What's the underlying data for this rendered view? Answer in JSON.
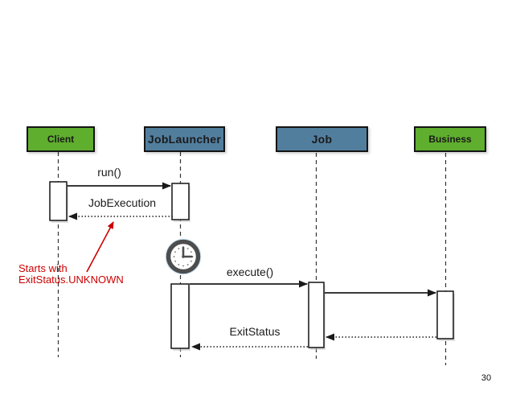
{
  "page": {
    "background": "#ffffff",
    "number": "30"
  },
  "diagram": {
    "type": "uml-sequence",
    "colors": {
      "participant_green": "#5FAE2E",
      "participant_blue": "#527E9E",
      "border": "#141414",
      "lifeline": "#333333",
      "message_line": "#3a3a3a",
      "annotation_red": "#CC0000",
      "clock_ring": "#4d4d4d",
      "clock_halo": "#d2e9f7"
    },
    "participants": [
      {
        "name": "client",
        "label": "Client",
        "fill": "#5FAE2E"
      },
      {
        "name": "joblauncher",
        "label": "JobLauncher",
        "fill": "#527E9E"
      },
      {
        "name": "job",
        "label": "Job",
        "fill": "#527E9E"
      },
      {
        "name": "business",
        "label": "Business",
        "fill": "#5FAE2E"
      }
    ],
    "messages": [
      {
        "from": "Client",
        "to": "JobLauncher",
        "label": "run()",
        "style": "solid-call"
      },
      {
        "from": "JobLauncher",
        "to": "Client",
        "label": "JobExecution",
        "style": "dotted-return"
      },
      {
        "from": "JobLauncher",
        "to": "Job",
        "label": "execute()",
        "style": "solid-call"
      },
      {
        "from": "Job",
        "to": "Business",
        "label": "",
        "style": "solid-call"
      },
      {
        "from": "Business",
        "to": "Job",
        "label": "",
        "style": "dotted-return"
      },
      {
        "from": "Job",
        "to": "JobLauncher",
        "label": "ExitStatus",
        "style": "dotted-return"
      }
    ],
    "annotation": {
      "line1": "Starts with",
      "line2": "ExitStatus.UNKNOWN",
      "color": "#CC0000"
    },
    "clock_icon": {
      "time_shown": "3:00"
    }
  }
}
